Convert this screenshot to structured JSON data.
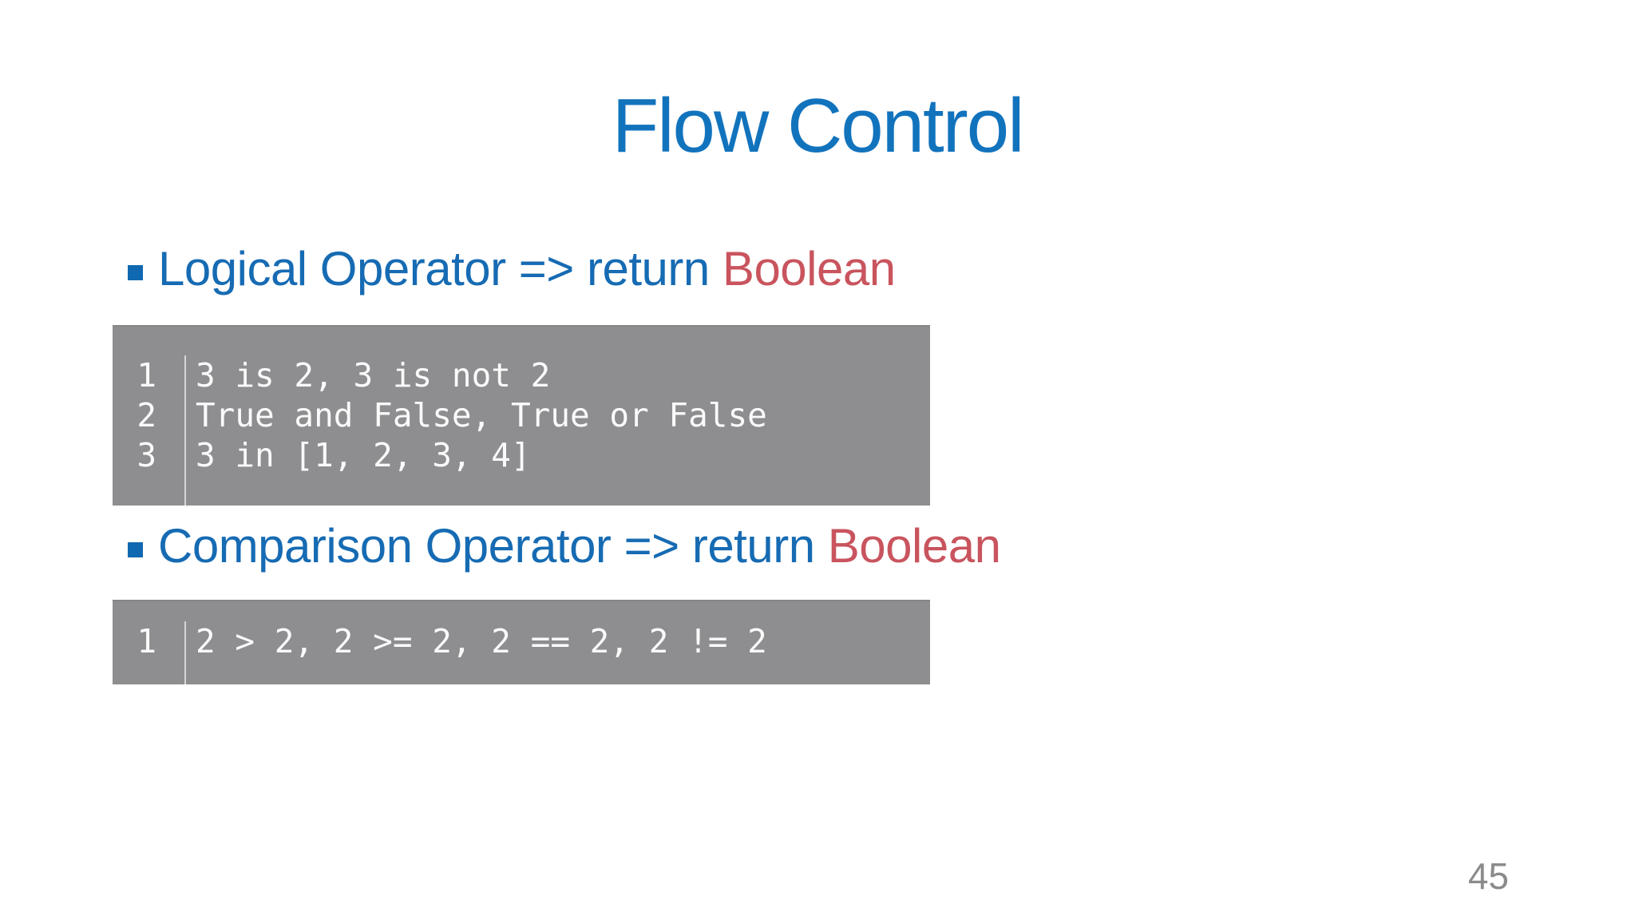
{
  "slide": {
    "title": "Flow Control",
    "page_number": "45",
    "bullets": [
      {
        "prefix": "Logical Operator => return ",
        "highlight": "Boolean"
      },
      {
        "prefix": "Comparison Operator => return ",
        "highlight": "Boolean"
      }
    ],
    "code_blocks": [
      {
        "lines": [
          {
            "num": "1",
            "code": "3 is 2, 3 is not 2"
          },
          {
            "num": "2",
            "code": "True and False, True or False"
          },
          {
            "num": "3",
            "code": "3 in [1, 2, 3, 4]"
          }
        ]
      },
      {
        "lines": [
          {
            "num": "1",
            "code": "2 > 2, 2 >= 2, 2 == 2, 2 != 2"
          }
        ]
      }
    ],
    "colors": {
      "title_blue": "#1273bd",
      "bullet_blue": "#166bb3",
      "marker_blue": "#0f68b0",
      "highlight_red": "#c9545e",
      "code_bg": "#8e8d90",
      "code_text": "#fafafa",
      "gutter_divider": "#d6d6d6",
      "page_number_gray": "#8b8b8b"
    }
  }
}
